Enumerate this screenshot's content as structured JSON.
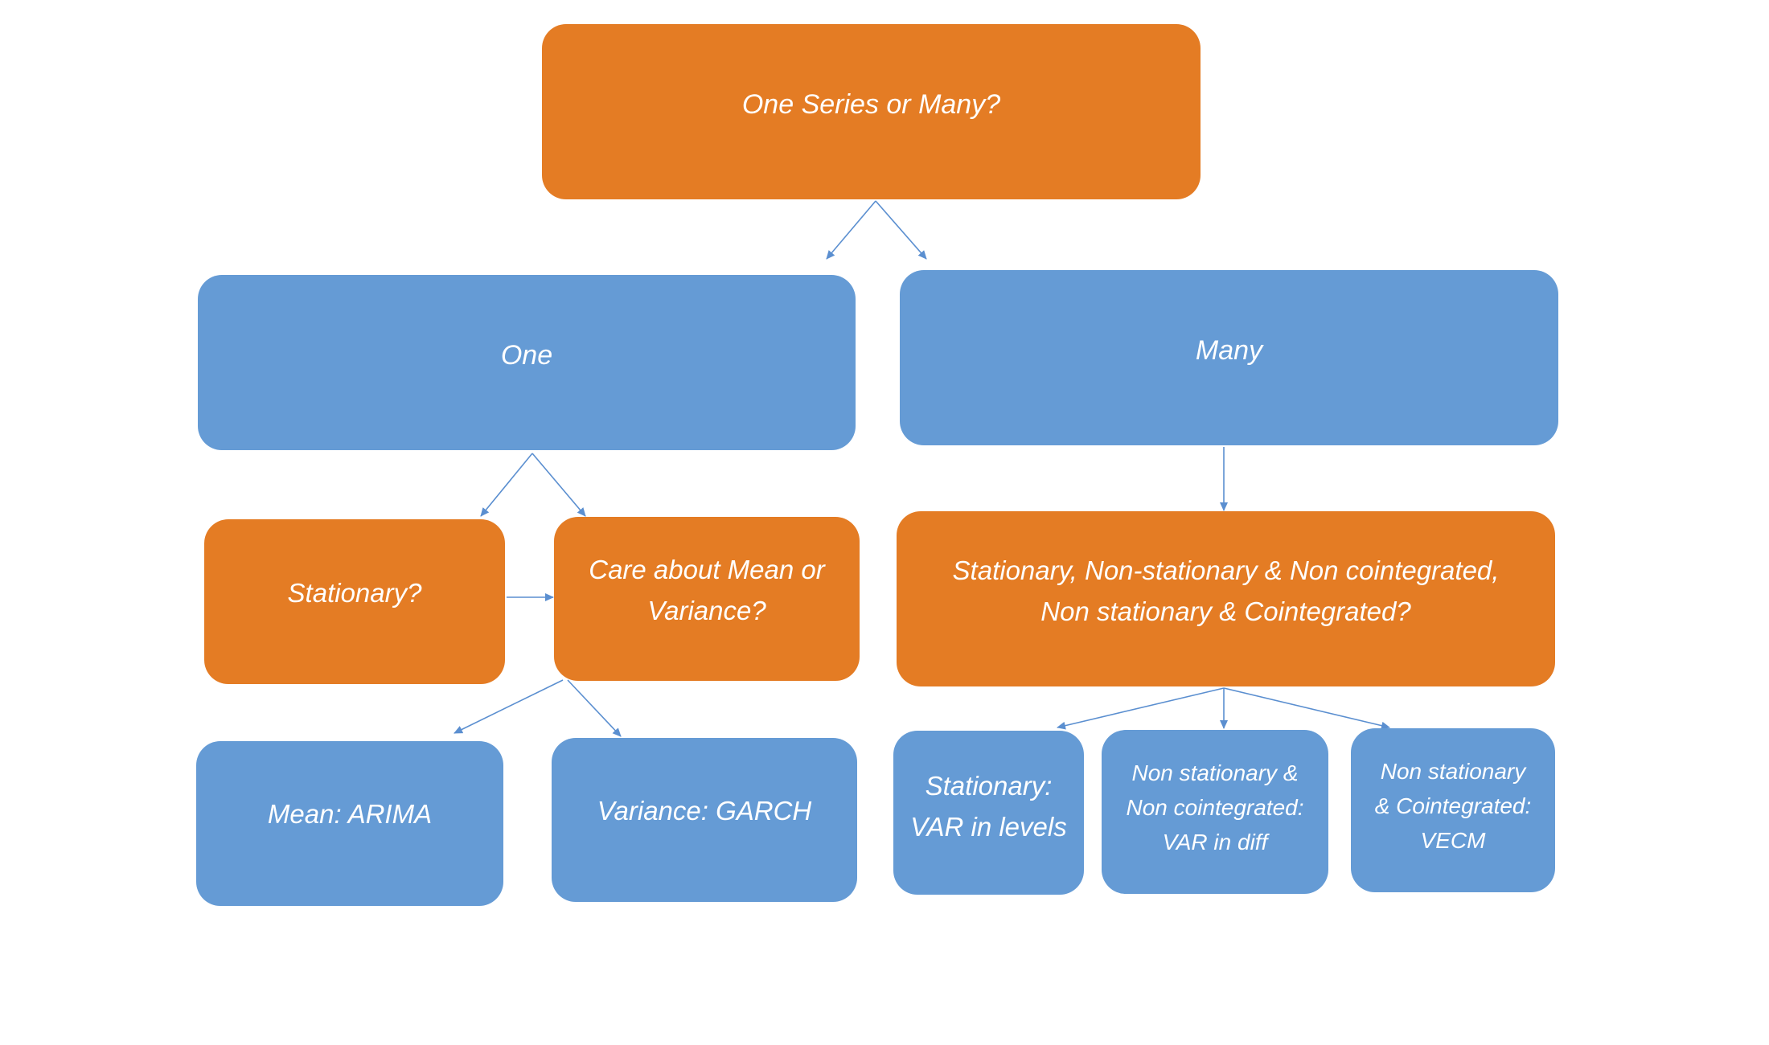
{
  "diagram": {
    "colors": {
      "question": "#E47C24",
      "answer": "#659BD5",
      "arrow": "#5B8FD0",
      "text": "#FFFFFF"
    },
    "nodes": {
      "root": {
        "text": "One Series or Many?"
      },
      "one": {
        "text": "One"
      },
      "many": {
        "text": "Many"
      },
      "stationary_q": {
        "text": "Stationary?"
      },
      "care_q": {
        "lines": [
          "Care about Mean or",
          "Variance?"
        ]
      },
      "multi_q": {
        "lines": [
          "Stationary,  Non-stationary & Non cointegrated,",
          "Non stationary & Cointegrated?"
        ]
      },
      "mean_arima": {
        "text": "Mean: ARIMA"
      },
      "variance_garch": {
        "text": "Variance: GARCH"
      },
      "var_levels": {
        "lines": [
          "Stationary:",
          "VAR in levels"
        ]
      },
      "var_diff": {
        "lines": [
          "Non stationary &",
          "Non cointegrated:",
          "VAR in diff"
        ]
      },
      "vecm": {
        "lines": [
          "Non stationary",
          "& Cointegrated:",
          "VECM"
        ]
      }
    },
    "edges": [
      {
        "from": "root",
        "to": "one"
      },
      {
        "from": "root",
        "to": "many"
      },
      {
        "from": "one",
        "to": "stationary_q"
      },
      {
        "from": "one",
        "to": "care_q"
      },
      {
        "from": "stationary_q",
        "to": "care_q"
      },
      {
        "from": "care_q",
        "to": "mean_arima"
      },
      {
        "from": "care_q",
        "to": "variance_garch"
      },
      {
        "from": "many",
        "to": "multi_q"
      },
      {
        "from": "multi_q",
        "to": "var_levels"
      },
      {
        "from": "multi_q",
        "to": "var_diff"
      },
      {
        "from": "multi_q",
        "to": "vecm"
      }
    ]
  }
}
